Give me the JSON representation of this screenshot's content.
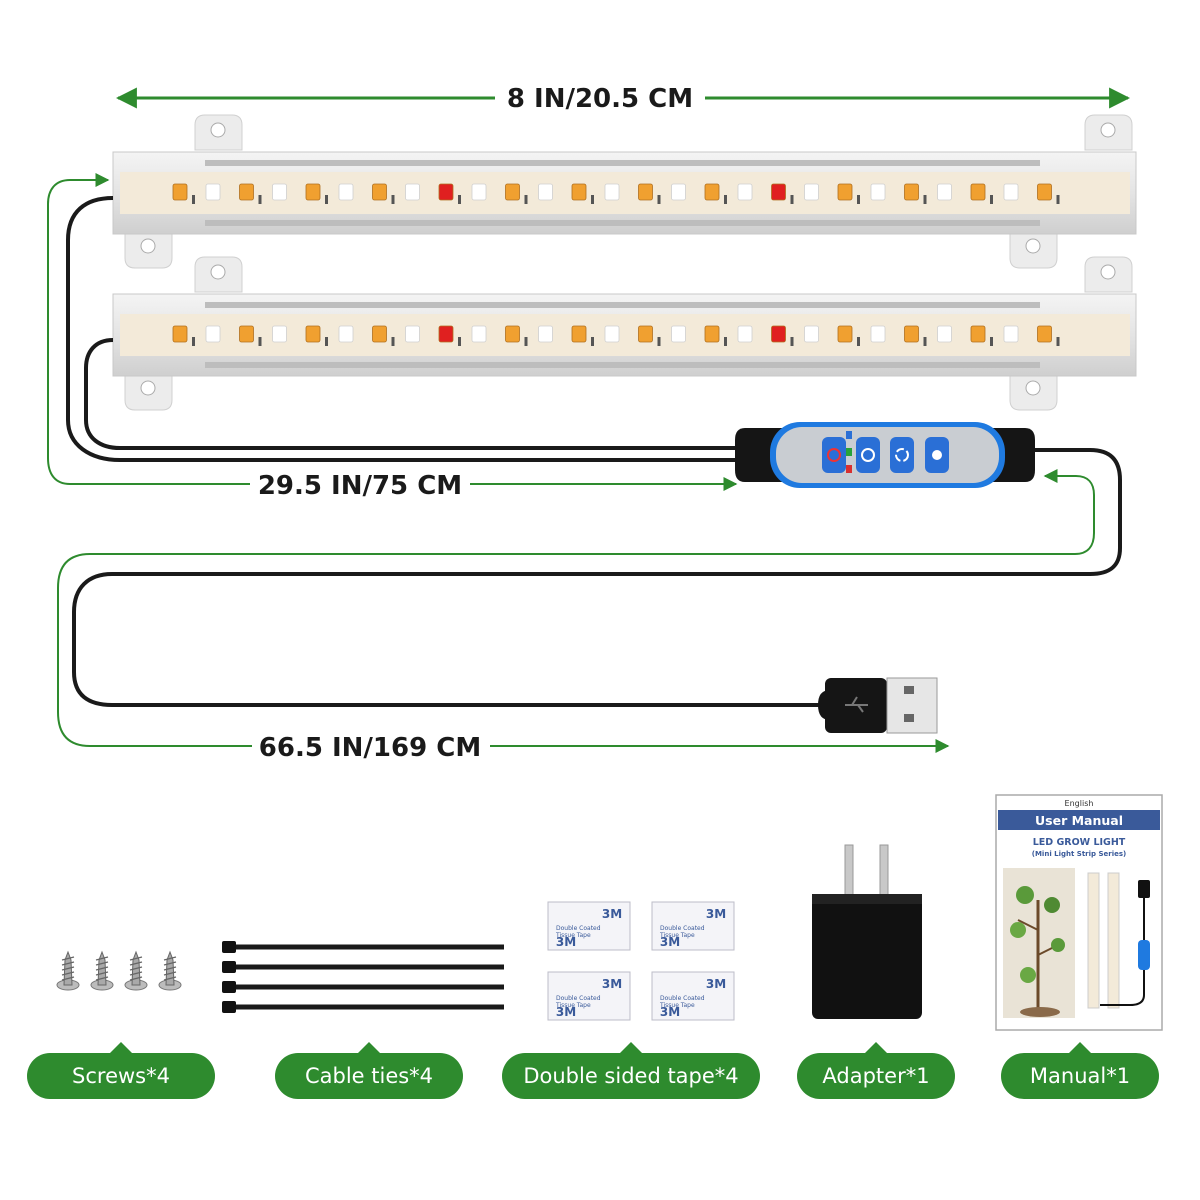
{
  "dimensions": {
    "strip_length": "8 IN/20.5 CM",
    "strip_cable": "29.5 IN/75 CM",
    "usb_cable": "66.5 IN/169 CM"
  },
  "accessories": [
    {
      "label": "Screws*4"
    },
    {
      "label": "Cable ties*4"
    },
    {
      "label": "Double sided tape*4"
    },
    {
      "label": "Adapter*1"
    },
    {
      "label": "Manual*1"
    }
  ],
  "manual": {
    "language": "English",
    "title": "User Manual",
    "product": "LED GROW LIGHT",
    "series": "(Mini Light Strip Series)"
  },
  "tape": {
    "brand": "3M",
    "line1": "Double Coated",
    "line2": "Tissue Tape"
  },
  "colors": {
    "accent_green": "#2e8b2e",
    "led_warm": "#f0a030",
    "led_red": "#e02020",
    "controller_blue": "#2a6fd6"
  }
}
